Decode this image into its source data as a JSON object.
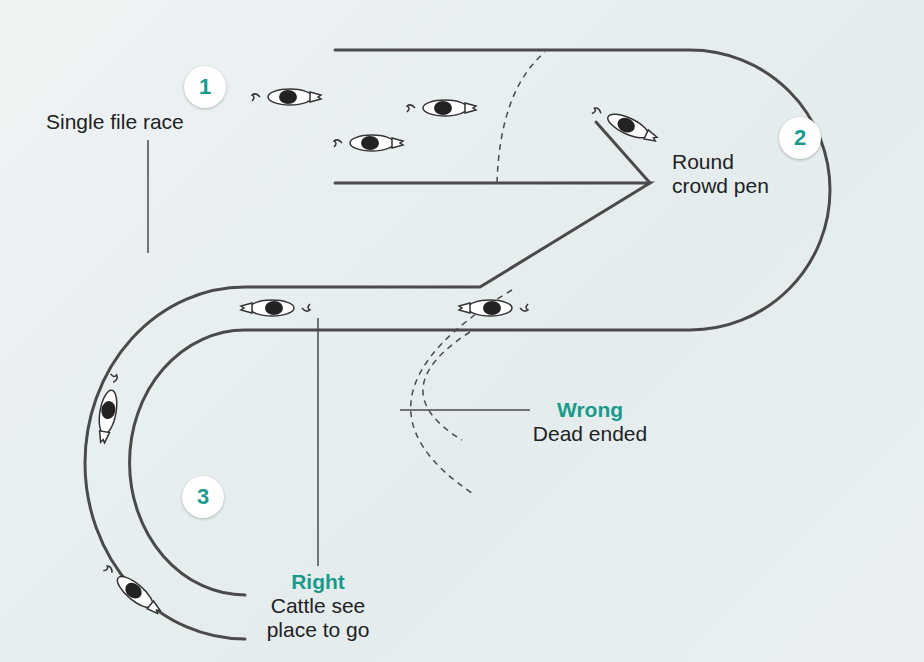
{
  "diagram": {
    "nodes": [
      {
        "text": [
          "1"
        ]
      },
      {
        "text": [
          "2"
        ]
      },
      {
        "text": [
          "3"
        ]
      }
    ],
    "labels": [
      "Single file race",
      "Round crowd pen",
      "Wrong",
      "Dead ended",
      "Right",
      "Cattle see place to go"
    ]
  }
}
